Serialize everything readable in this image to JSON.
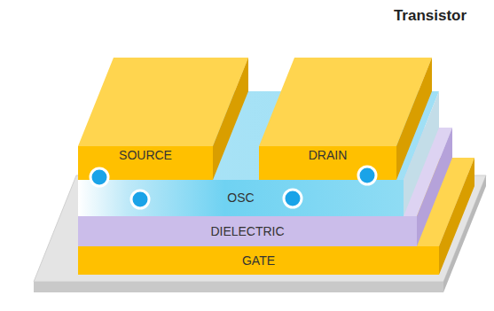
{
  "diagram": {
    "title": "Transistor",
    "nodes": [
      {
        "text": [
          "SOURCE"
        ]
      },
      {
        "text": [
          "DRAIN"
        ]
      },
      {
        "text": [
          "OSC"
        ]
      },
      {
        "text": [
          "DIELECTRIC"
        ]
      },
      {
        "text": [
          "GATE"
        ]
      }
    ]
  }
}
